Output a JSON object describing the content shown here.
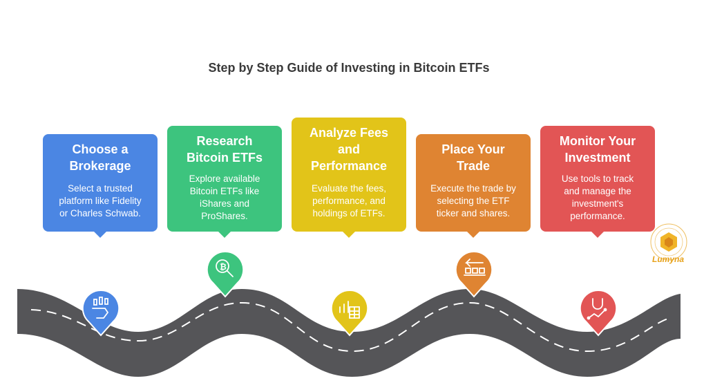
{
  "title": "Step by Step Guide of Investing in Bitcoin ETFs",
  "steps": [
    {
      "heading_lines": [
        "Choose a",
        "Brokerage"
      ],
      "body_lines": [
        "Select a trusted",
        "platform like Fidelity",
        "or Charles Schwab."
      ],
      "color": "#4b86e3",
      "icon": "touch-chart-icon"
    },
    {
      "heading_lines": [
        "Research",
        "Bitcoin ETFs"
      ],
      "body_lines": [
        "Explore available",
        "Bitcoin ETFs like",
        "iShares and",
        "ProShares."
      ],
      "color": "#3dc47e",
      "icon": "bitcoin-search-icon"
    },
    {
      "heading_lines": [
        "Analyze Fees",
        "and",
        "Performance"
      ],
      "body_lines": [
        "Evaluate the fees,",
        "performance, and",
        "holdings of ETFs."
      ],
      "color": "#e2c419",
      "icon": "bar-chart-calculator-icon"
    },
    {
      "heading_lines": [
        "Place Your",
        "Trade"
      ],
      "body_lines": [
        "Execute the trade by",
        "selecting the ETF",
        "ticker and shares."
      ],
      "color": "#df8432",
      "icon": "arrow-conveyor-icon"
    },
    {
      "heading_lines": [
        "Monitor Your",
        "Investment"
      ],
      "body_lines": [
        "Use tools to track",
        "and manage the",
        "investment's",
        "performance."
      ],
      "color": "#e25555",
      "icon": "magnet-trend-icon"
    }
  ],
  "logo": "Lumyna"
}
